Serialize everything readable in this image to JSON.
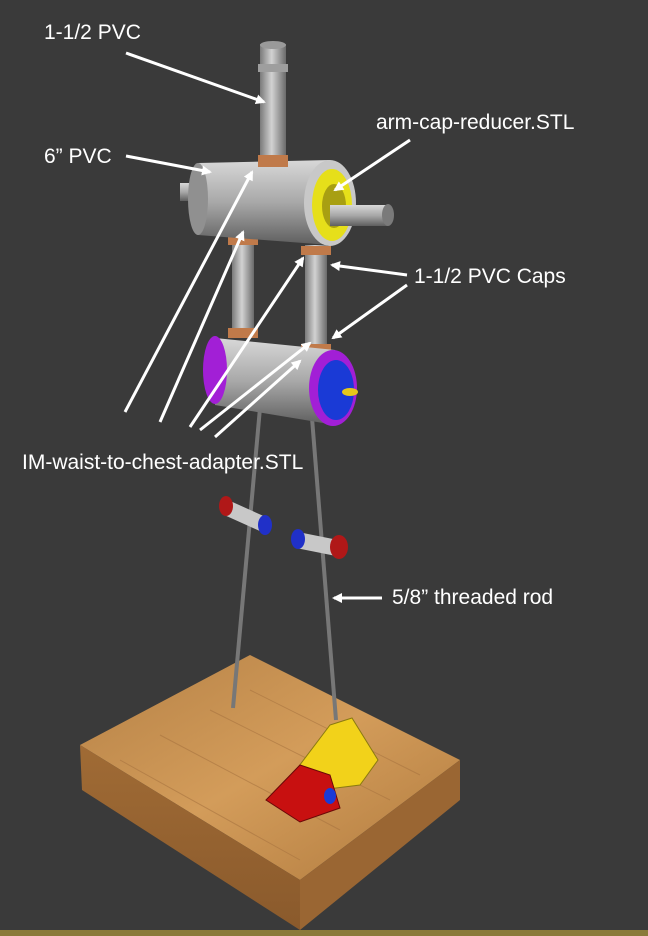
{
  "labels": {
    "pvc_small": "1-1/2 PVC",
    "arm_cap": "arm-cap-reducer.STL",
    "pvc_large": "6” PVC",
    "pvc_caps": "1-1/2 PVC Caps",
    "waist_adapter": "IM-waist-to-chest-adapter.STL",
    "threaded_rod": "5/8” threaded rod"
  },
  "colors": {
    "background": "#3a3a3a",
    "pvc_gray": "#b8b8b8",
    "cap_copper": "#c07a4a",
    "arm_cap_yellow": "#e6df1a",
    "waist_purple": "#a21fd6",
    "waist_blue": "#1a3ad6",
    "wood": "#c9904e",
    "foot_yellow": "#f2d21a",
    "foot_red": "#c81010"
  }
}
